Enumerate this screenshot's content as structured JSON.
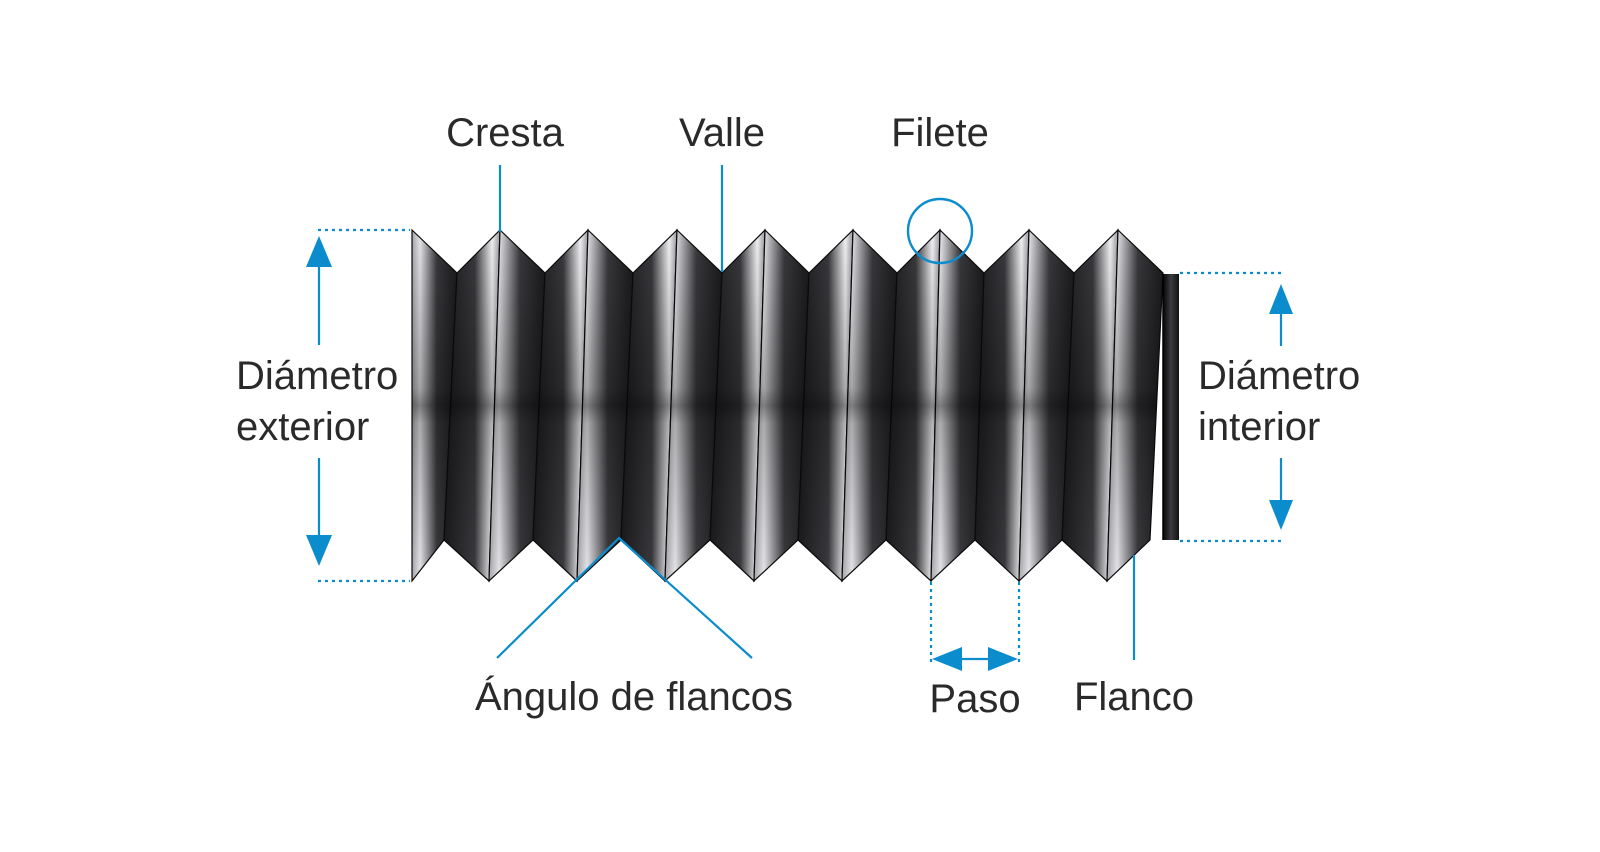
{
  "labels": {
    "cresta": "Cresta",
    "valle": "Valle",
    "filete": "Filete",
    "diametro_exterior": [
      "Diámetro",
      "exterior"
    ],
    "diametro_interior": [
      "Diámetro",
      "interior"
    ],
    "angulo_flancos": "Ángulo de flancos",
    "paso": "Paso",
    "flanco": "Flanco"
  },
  "colors": {
    "accent": "#0a8ccd",
    "label": "#2a2a2a",
    "thread_dark": "#1b1b1d",
    "thread_light": "#f2f2f4"
  }
}
